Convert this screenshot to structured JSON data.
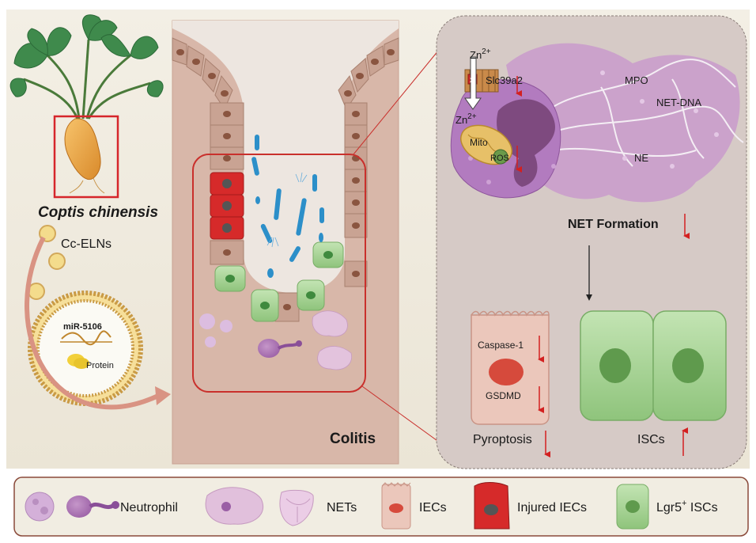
{
  "plant": {
    "name": "Coptis chinensis"
  },
  "vesicle": {
    "name": "Cc-ELNs",
    "mirna": "miR-5106",
    "protein": "Protein"
  },
  "colon": {
    "label": "Colitis"
  },
  "zoom": {
    "ion_top": "Zn",
    "ion_top_charge": "2+",
    "ion_mid": "Zn",
    "ion_mid_charge": "2+",
    "transporter": "Slc39a2",
    "blocked_mark": "x",
    "mito": "Mito",
    "ros": "ROS",
    "mpo": "MPO",
    "net_dna": "NET-DNA",
    "ne": "NE",
    "net_formation": "NET Formation",
    "caspase": "Caspase-1",
    "gsdmd": "GSDMD",
    "pyroptosis": "Pyroptosis",
    "iscs": "ISCs"
  },
  "legend": {
    "neutrophil": "Neutrophil",
    "nets": "NETs",
    "iecs": "IECs",
    "injured": "Injured IECs",
    "lgr5_prefix": "Lgr5",
    "lgr5_sup": "+",
    "lgr5_suffix": " ISCs"
  },
  "colors": {
    "background": "#f1ede2",
    "tissue": "#d9b8a9",
    "injured_iec": "#d62a2a",
    "isc": "#a9d59a",
    "neutrophil": "#b77fbf",
    "bacteria": "#2c8fc9",
    "arrow_red": "#d32020",
    "frame_red": "#c9302c"
  }
}
